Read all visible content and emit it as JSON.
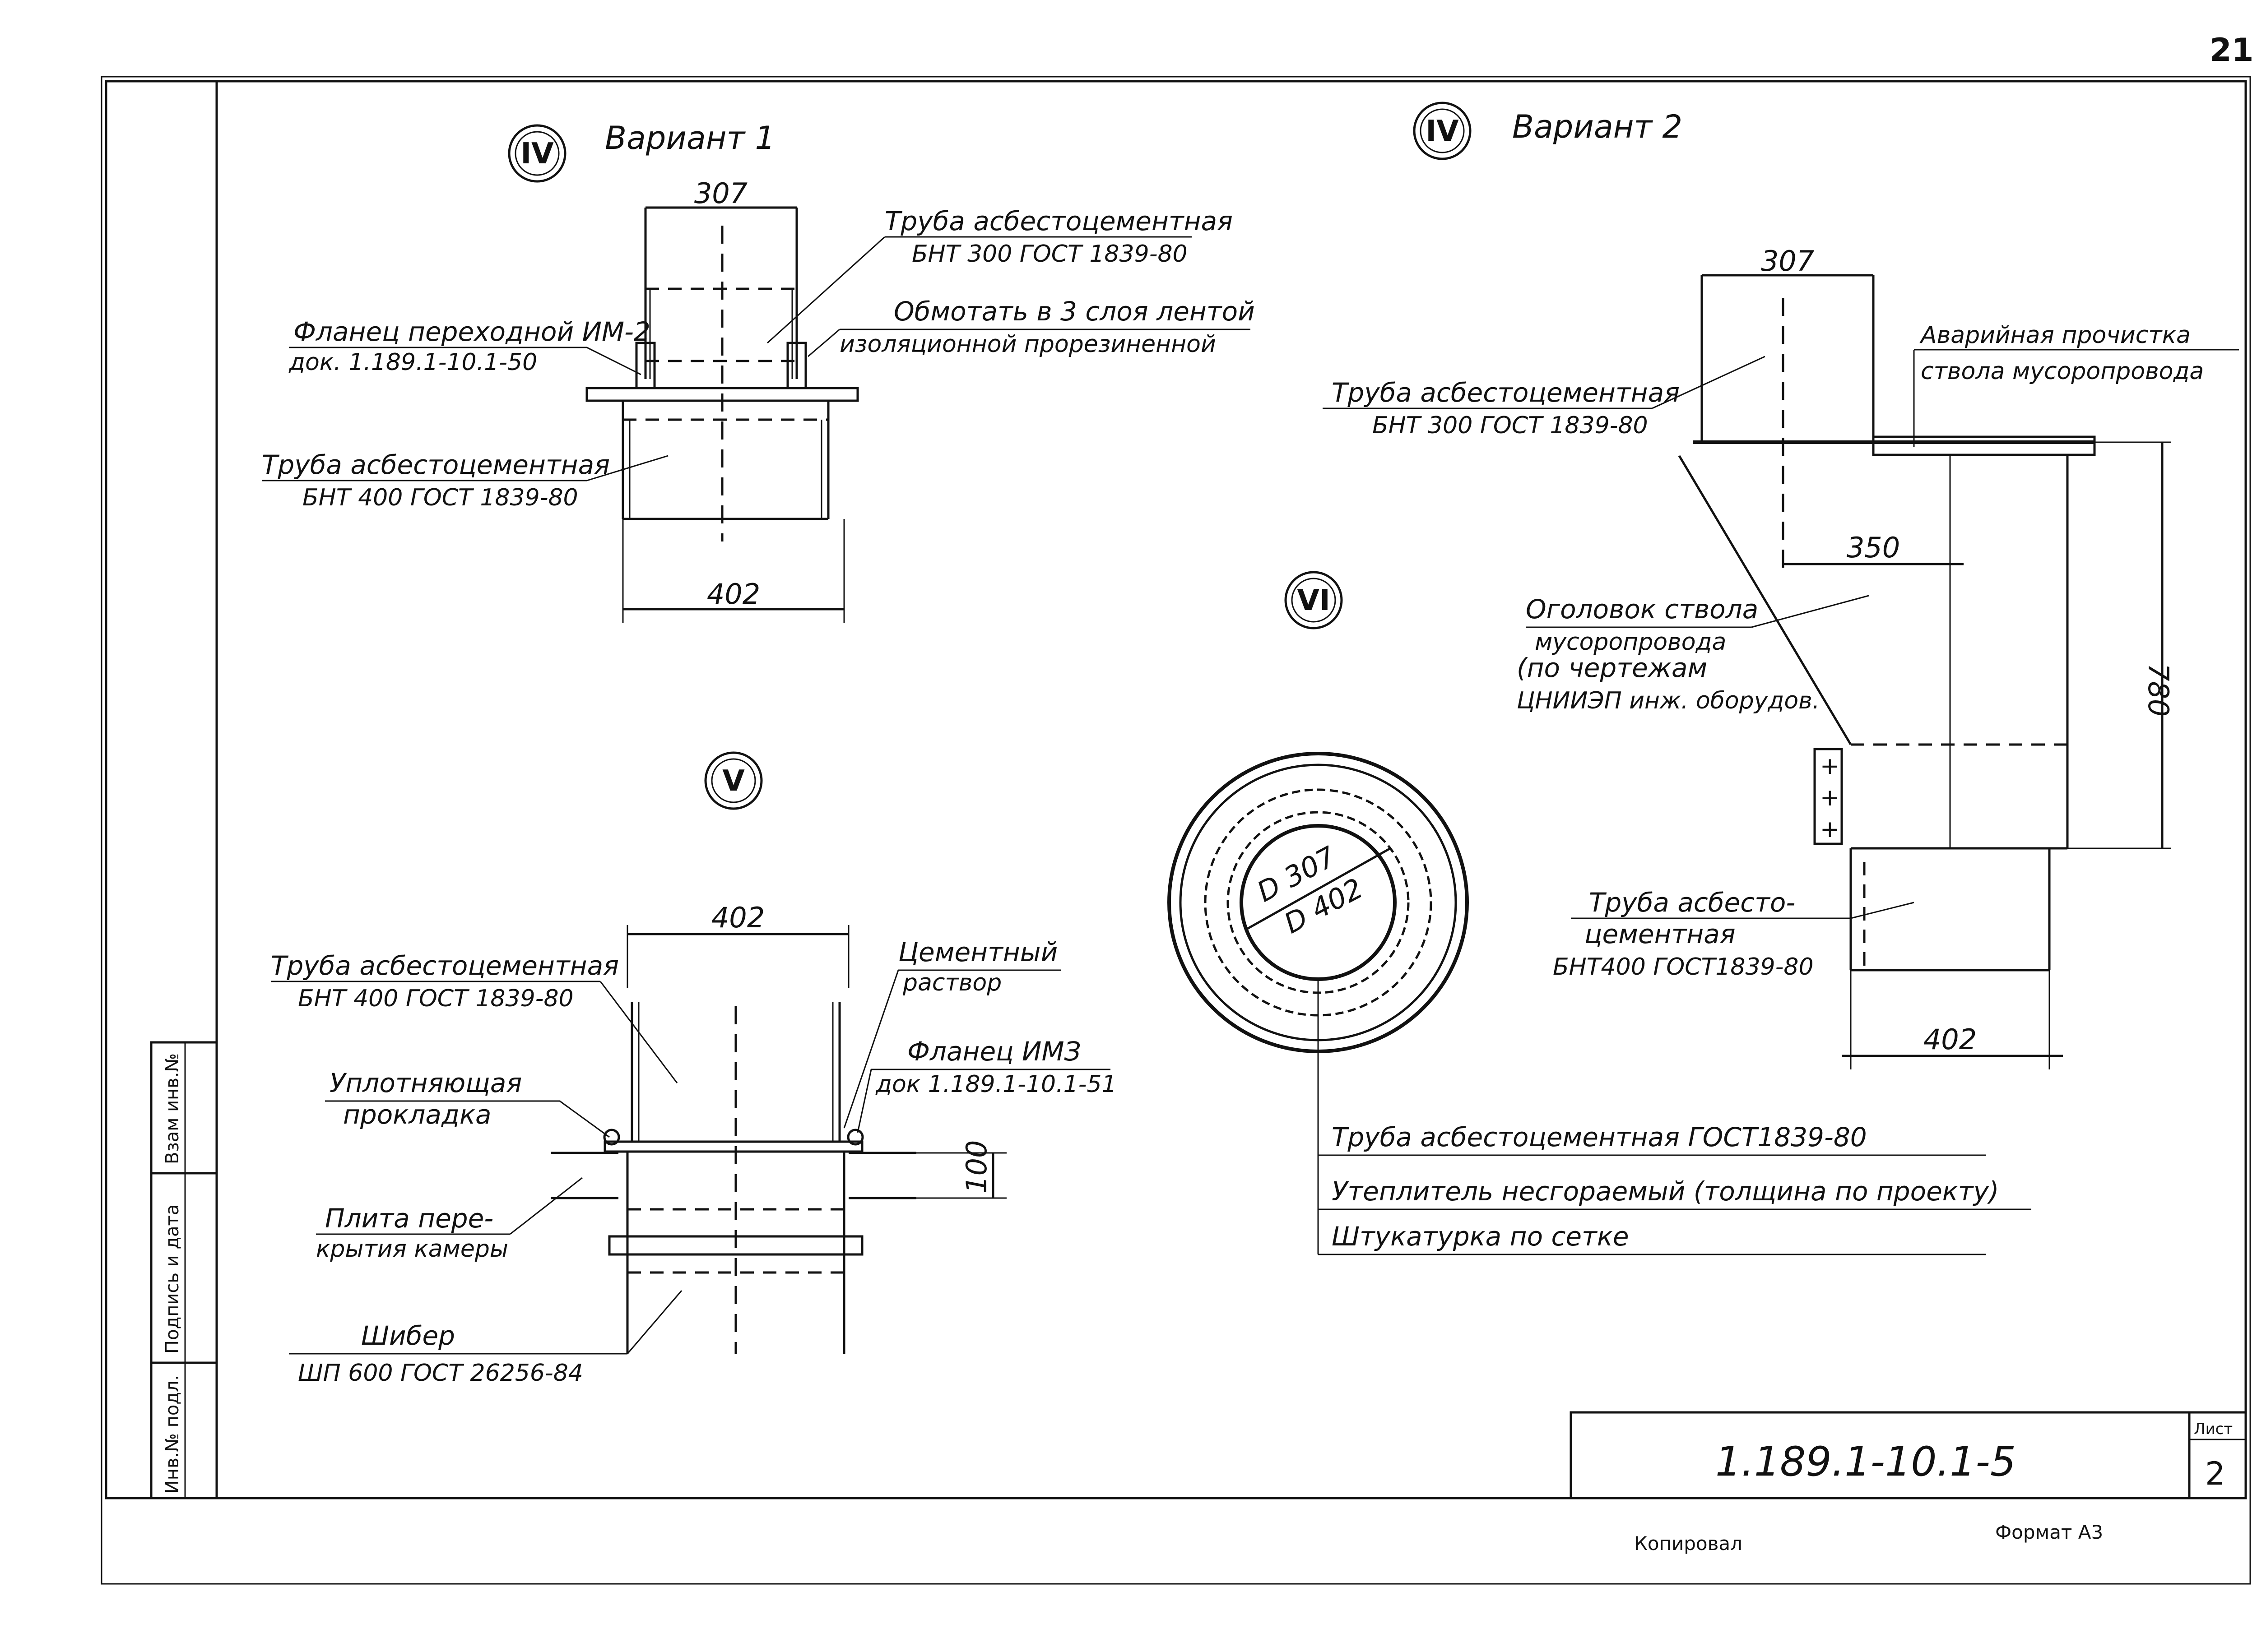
{
  "sheet_number_top": "21",
  "variant1": {
    "callout": "IV",
    "title": "Вариант 1",
    "dim_top": "307",
    "dim_bottom": "402",
    "lbl_pipe300_1": "Труба асбестоцементная",
    "lbl_pipe300_2": "БНТ 300 ГОСТ 1839-80",
    "lbl_wrap_1": "Обмотать в 3 слоя лентой",
    "lbl_wrap_2": "изоляционной прорезиненной",
    "lbl_flange_1": "Фланец переходной ИМ-2",
    "lbl_flange_2": "док. 1.189.1-10.1-50",
    "lbl_pipe400_1": "Труба асбестоцементная",
    "lbl_pipe400_2": "БНТ 400 ГОСТ 1839-80"
  },
  "variant2": {
    "callout": "IV",
    "title": "Вариант 2",
    "dim_top": "307",
    "dim_mid": "350",
    "dim_height": "780",
    "dim_bottom": "402",
    "lbl_pipe300_1": "Труба асбестоцементная",
    "lbl_pipe300_2": "БНТ 300 ГОСТ 1839-80",
    "lbl_clean_1": "Аварийная прочистка",
    "lbl_clean_2": "ствола мусоропровода",
    "lbl_head_1": "Оголовок ствола",
    "lbl_head_2": "мусоропровода",
    "lbl_head_3": "(по чертежам",
    "lbl_head_4": "ЦНИИЭП инж. оборудов.",
    "lbl_pipe400_1": "Труба асбесто-",
    "lbl_pipe400_2": "цементная",
    "lbl_pipe400_3": "БНТ400 ГОСТ1839-80"
  },
  "section6": {
    "callout": "VI",
    "d_inner": "D 307",
    "d_outer": "D 402",
    "legend": [
      "Труба асбестоцементная ГОСТ1839-80",
      "Утеплитель несгораемый (толщина по проекту)",
      "Штукатурка по сетке"
    ]
  },
  "node5": {
    "callout": "V",
    "dim_top": "402",
    "dim_slab": "100",
    "lbl_pipe_1": "Труба асбестоцементная",
    "lbl_pipe_2": "БНТ 400 ГОСТ 1839-80",
    "lbl_mortar_1": "Цементный",
    "lbl_mortar_2": "раствор",
    "lbl_flange_1": "Фланец ИМЗ",
    "lbl_flange_2": "док 1.189.1-10.1-51",
    "lbl_gasket_1": "Уплотняющая",
    "lbl_gasket_2": "прокладка",
    "lbl_slab_1": "Плита пере-",
    "lbl_slab_2": "крытия камеры",
    "lbl_gate_1": "Шибер",
    "lbl_gate_2": "ШП 600 ГОСТ 26256-84"
  },
  "side_stamp": [
    "Взам инв.№",
    "Подпись и дата",
    "Инв.№ подл."
  ],
  "title_block": {
    "code": "1.189.1-10.1-5",
    "sheet_label": "Лист",
    "sheet_no": "2"
  },
  "footer": {
    "copied": "Копировал",
    "format": "Формат А3"
  }
}
